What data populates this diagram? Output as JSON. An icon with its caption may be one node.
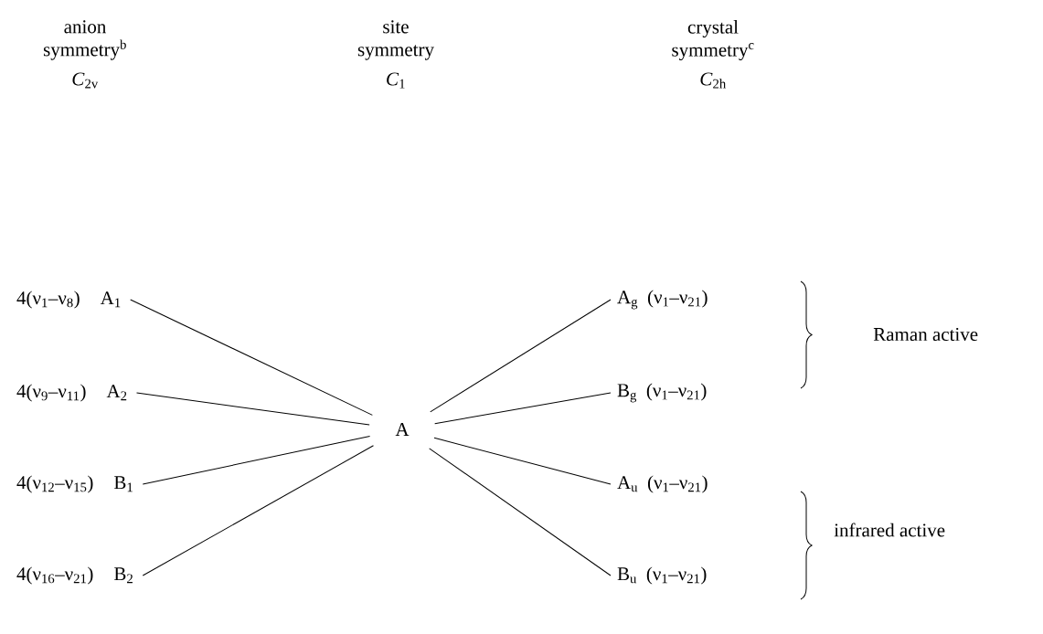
{
  "diagram": {
    "nodes": [
      {
        "text": [
          "4(ν$_{1}$–ν$_{8}$)",
          "A$_{1}$"
        ]
      },
      {
        "text": [
          "4(ν$_{9}$–ν$_{11}$)",
          "A$_{2}$"
        ]
      },
      {
        "text": [
          "4(ν$_{12}$–ν$_{15}$)",
          "B$_{1}$"
        ]
      },
      {
        "text": [
          "4(ν$_{16}$–ν$_{21}$)",
          "B$_{2}$"
        ]
      },
      {
        "text": [
          "A"
        ]
      },
      {
        "text": [
          "A$_{g}$",
          "(ν$_{1}$–ν$_{21}$)"
        ]
      },
      {
        "text": [
          "B$_{g}$",
          "(ν$_{1}$–ν$_{21}$)"
        ]
      },
      {
        "text": [
          "A$_{u}$",
          "(ν$_{1}$–ν$_{21}$)"
        ]
      },
      {
        "text": [
          "B$_{u}$",
          "(ν$_{1}$–ν$_{21}$)"
        ]
      }
    ],
    "edges": [
      {
        "from": 0,
        "to": 4,
        "arrow": "none"
      },
      {
        "from": 1,
        "to": 4,
        "arrow": "none"
      },
      {
        "from": 2,
        "to": 4,
        "arrow": "none"
      },
      {
        "from": 3,
        "to": 4,
        "arrow": "none"
      },
      {
        "from": 4,
        "to": 5,
        "arrow": "none"
      },
      {
        "from": 4,
        "to": 6,
        "arrow": "none"
      },
      {
        "from": 4,
        "to": 7,
        "arrow": "none"
      },
      {
        "from": 4,
        "to": 8,
        "arrow": "none"
      }
    ],
    "labels": [
      "anion symmetry$^{b}$",
      "site symmetry",
      "crystal symmetry$^{c}$",
      "*C*$_{2v}$",
      "*C*$_{1}$",
      "*C*$_{2h}$",
      "Raman active",
      "infrared active"
    ]
  }
}
